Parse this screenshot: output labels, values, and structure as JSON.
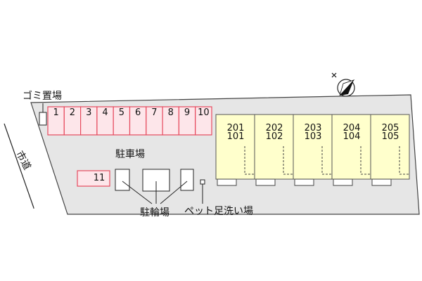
{
  "labels": {
    "garbage": "ゴミ置場",
    "city_road": "市道",
    "parking": "駐車場",
    "bicycle": "駐輪場",
    "pet_wash": "ペット足洗い場"
  },
  "parking_slots": [
    "1",
    "2",
    "3",
    "4",
    "5",
    "6",
    "7",
    "8",
    "9",
    "10"
  ],
  "extra_slot": "11",
  "units": [
    {
      "upper": "201",
      "lower": "101"
    },
    {
      "upper": "202",
      "lower": "102"
    },
    {
      "upper": "203",
      "lower": "103"
    },
    {
      "upper": "204",
      "lower": "104"
    },
    {
      "upper": "205",
      "lower": "105"
    }
  ],
  "icons": {
    "north": "north-arrow-icon"
  },
  "colors": {
    "lot_fill": "#e6e6e6",
    "parking_outline": "#e64a5e",
    "parking_fill": "#fde6ea",
    "unit_fill": "#ffffcc",
    "unit_outline": "#555555"
  }
}
